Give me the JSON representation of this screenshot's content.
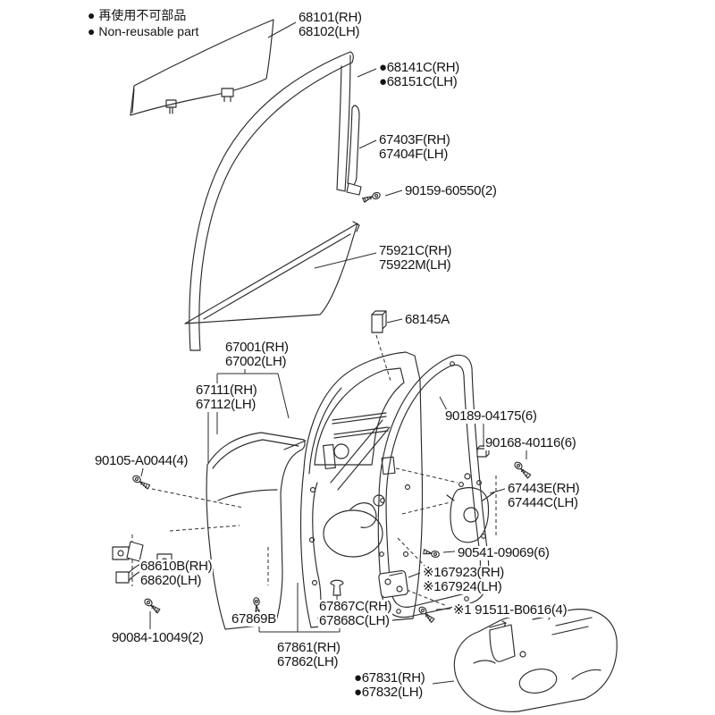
{
  "page": {
    "background": "#ffffff",
    "ink": "#2e2b2c",
    "type": "parts-catalog-exploded-diagram",
    "subject": "front door assembly"
  },
  "legend": {
    "line1": "● 再使用不可部品",
    "line2": "● Non-reusable part"
  },
  "labels": {
    "glass": {
      "line1": "68101(RH)",
      "line2": "68102(LH)"
    },
    "run": {
      "line1": "●68141C(RH)",
      "line2": "●68151C(LH)"
    },
    "rear_frame": {
      "line1": "67403F(RH)",
      "line2": "67404F(LH)"
    },
    "screw_90159": {
      "line1": "90159-60550(2)"
    },
    "front_molding": {
      "line1": "75921C(RH)",
      "line2": "75922M(LH)"
    },
    "cushion": {
      "line1": "68145A"
    },
    "door_assy": {
      "line1": "67001(RH)",
      "line2": "67002(LH)"
    },
    "outer_panel": {
      "line1": "67111(RH)",
      "line2": "67112(LH)"
    },
    "clip_90189": {
      "line1": "90189-04175(6)"
    },
    "screw_90168": {
      "line1": "90168-40116(6)"
    },
    "check_assy": {
      "line1": "67443E(RH)",
      "line2": "67444C(LH)"
    },
    "bolt_90105": {
      "line1": "90105-A0044(4)"
    },
    "hinge": {
      "line1": "68610B(RH)",
      "line2": "68620(LH)"
    },
    "screw_90541": {
      "line1": "90541-09069(6)"
    },
    "lock": {
      "line1": "※167923(RH)",
      "line2": "※167924(LH)"
    },
    "bolt_90084": {
      "line1": "90084-10049(2)"
    },
    "clip_67869": {
      "line1": "67869B"
    },
    "clip_67867": {
      "line1": "67867C(RH)",
      "line2": "67868C(LH)"
    },
    "weatherstrip": {
      "line1": "67861(RH)",
      "line2": "67862(LH)"
    },
    "screw_91511": {
      "line1": "※1 91511-B0616(4)"
    },
    "cover": {
      "line1": "●67831(RH)",
      "line2": "●67832(LH)"
    }
  }
}
